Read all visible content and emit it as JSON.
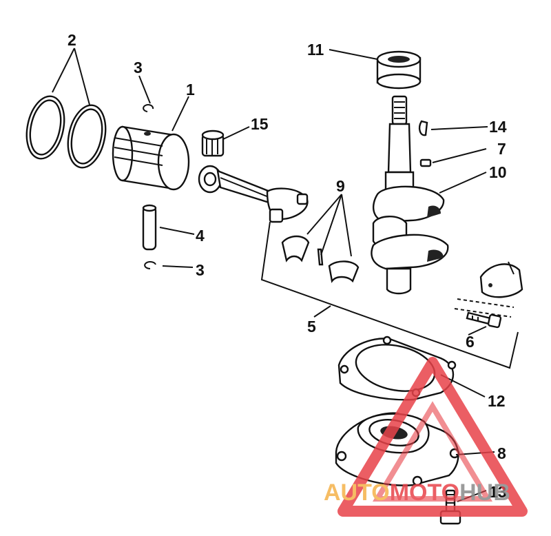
{
  "callouts": {
    "c1": "1",
    "c2": "2",
    "c3a": "3",
    "c3b": "3",
    "c4": "4",
    "c5": "5",
    "c6": "6",
    "c7": "7",
    "c8": "8",
    "c9": "9",
    "c10": "10",
    "c11": "11",
    "c12": "12",
    "c13": "13",
    "c14": "14",
    "c15": "15"
  },
  "watermark": {
    "part1": "AUTO",
    "part2": "MOTO",
    "part3": "HUB",
    "color_red": "#e8434a",
    "color_orange": "#f5b24a",
    "color_gray": "#8a8a8a"
  }
}
